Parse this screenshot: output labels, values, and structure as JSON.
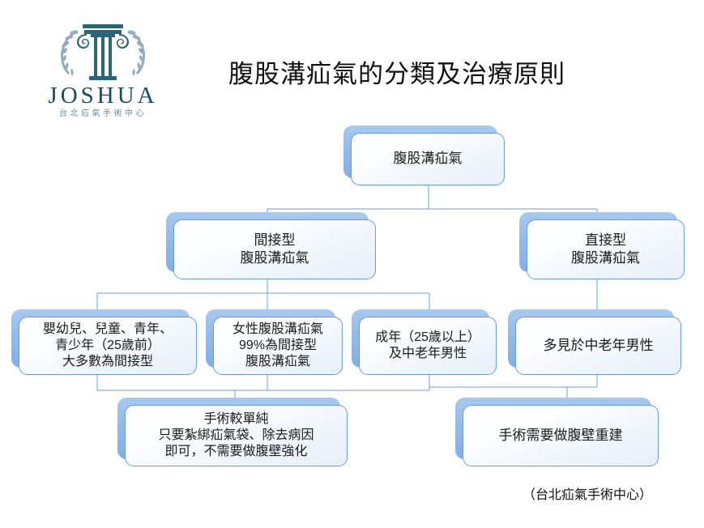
{
  "logo": {
    "mark_icon": "greek-column-laurel-icon",
    "wordmark": "JOSHUA",
    "subtitle": "台北疝氣手術中心",
    "mark_color": "#2c6478",
    "word_color": "#1b4a63",
    "subtitle_color": "#6f8ba3"
  },
  "page": {
    "title": "腹股溝疝氣的分類及治療原則",
    "footer": "（台北疝氣手術中心）",
    "background": "#ffffff",
    "box_border_color": "#6b9bd5",
    "box_shadow_color": "#93bbea",
    "connector_color": "#6f9fd8"
  },
  "diagram": {
    "nodes": [
      {
        "id": "root",
        "label": "腹股溝疝氣",
        "level": 0
      },
      {
        "id": "indirect",
        "label": "間接型\n腹股溝疝氣",
        "level": 1
      },
      {
        "id": "direct",
        "label": "直接型\n腹股溝疝氣",
        "level": 1
      },
      {
        "id": "youth",
        "label": "嬰幼兒、兒童、青年、\n青少年（25歲前）\n大多數為間接型",
        "level": 2
      },
      {
        "id": "female",
        "label": "女性腹股溝疝氣\n99%為間接型\n腹股溝疝氣",
        "level": 2
      },
      {
        "id": "adult-male",
        "label": "成年（25歲以上）\n及中老年男性",
        "level": 2
      },
      {
        "id": "elderly-male",
        "label": "多見於中老年男性",
        "level": 2
      },
      {
        "id": "simple-surgery",
        "label": "手術較單純\n只要紮綁疝氣袋、除去病因\n即可，不需要做腹壁強化",
        "level": 3
      },
      {
        "id": "wall-reconstruction",
        "label": "手術需要做腹壁重建",
        "level": 3
      }
    ]
  }
}
